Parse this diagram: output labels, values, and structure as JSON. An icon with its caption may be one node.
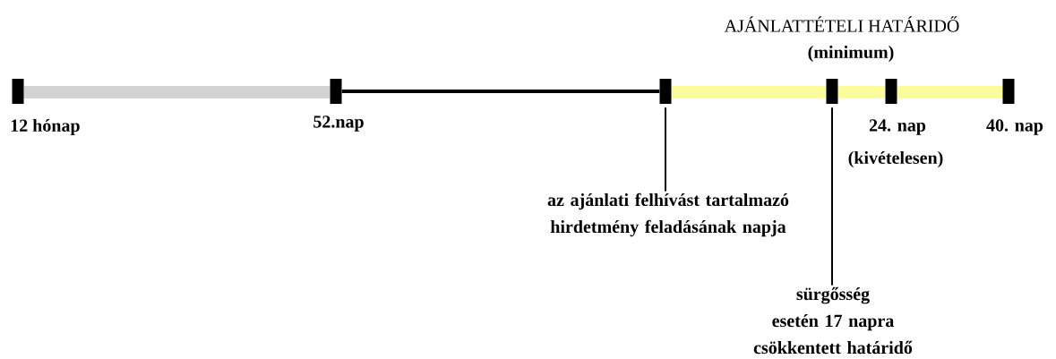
{
  "diagram": {
    "nodes": [
      {
        "text": [],
        "shape": "bar",
        "beside": [
          "12 hónap"
        ]
      },
      {
        "text": [],
        "shape": "bar",
        "beside": [
          "52.nap"
        ]
      },
      {
        "text": [],
        "shape": "bar"
      },
      {
        "text": [],
        "shape": "bar"
      },
      {
        "text": [],
        "shape": "bar",
        "beside": [
          "24. nap"
        ]
      },
      {
        "text": [],
        "shape": "bar",
        "beside": [
          "40. nap"
        ]
      },
      {
        "text": [
          "az ajánlati felhívást tartalmazó hirdetmény feladásának napja"
        ]
      },
      {
        "text": [
          "sürgősség esetén 17 napra csökkentett határidő"
        ]
      },
      {
        "text": [],
        "shape": "bar"
      },
      {
        "text": [],
        "shape": "bar"
      },
      {
        "text": [],
        "shape": "bar"
      },
      {
        "text": [],
        "shape": "bar"
      }
    ],
    "edges": [
      {
        "from": 6,
        "to": 2,
        "arrow": "none"
      },
      {
        "from": 7,
        "to": 3,
        "arrow": "none"
      },
      {
        "from": 1,
        "to": 2,
        "arrow": "none",
        "style": "thick"
      }
    ],
    "labels": [
      "AJÁNLATTÉTELI HATÁRIDŐ",
      "(minimum)",
      "(kivételesen)"
    ]
  }
}
